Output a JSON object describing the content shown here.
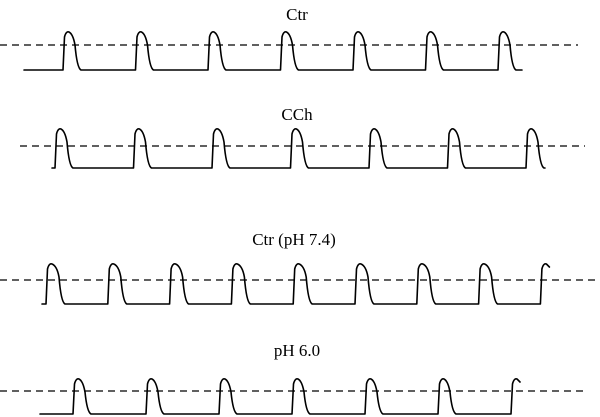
{
  "panels": [
    {
      "id": "ctr",
      "label": "Ctr",
      "beats": 7
    },
    {
      "id": "cch",
      "label": "CCh",
      "beats": 7
    },
    {
      "id": "ctr-ph74",
      "label": "Ctr (pH 7.4)",
      "beats": 9
    },
    {
      "id": "ph60",
      "label": "pH 6.0",
      "beats": 7
    }
  ],
  "colors": {
    "trace": "#000000",
    "background": "#ffffff"
  }
}
